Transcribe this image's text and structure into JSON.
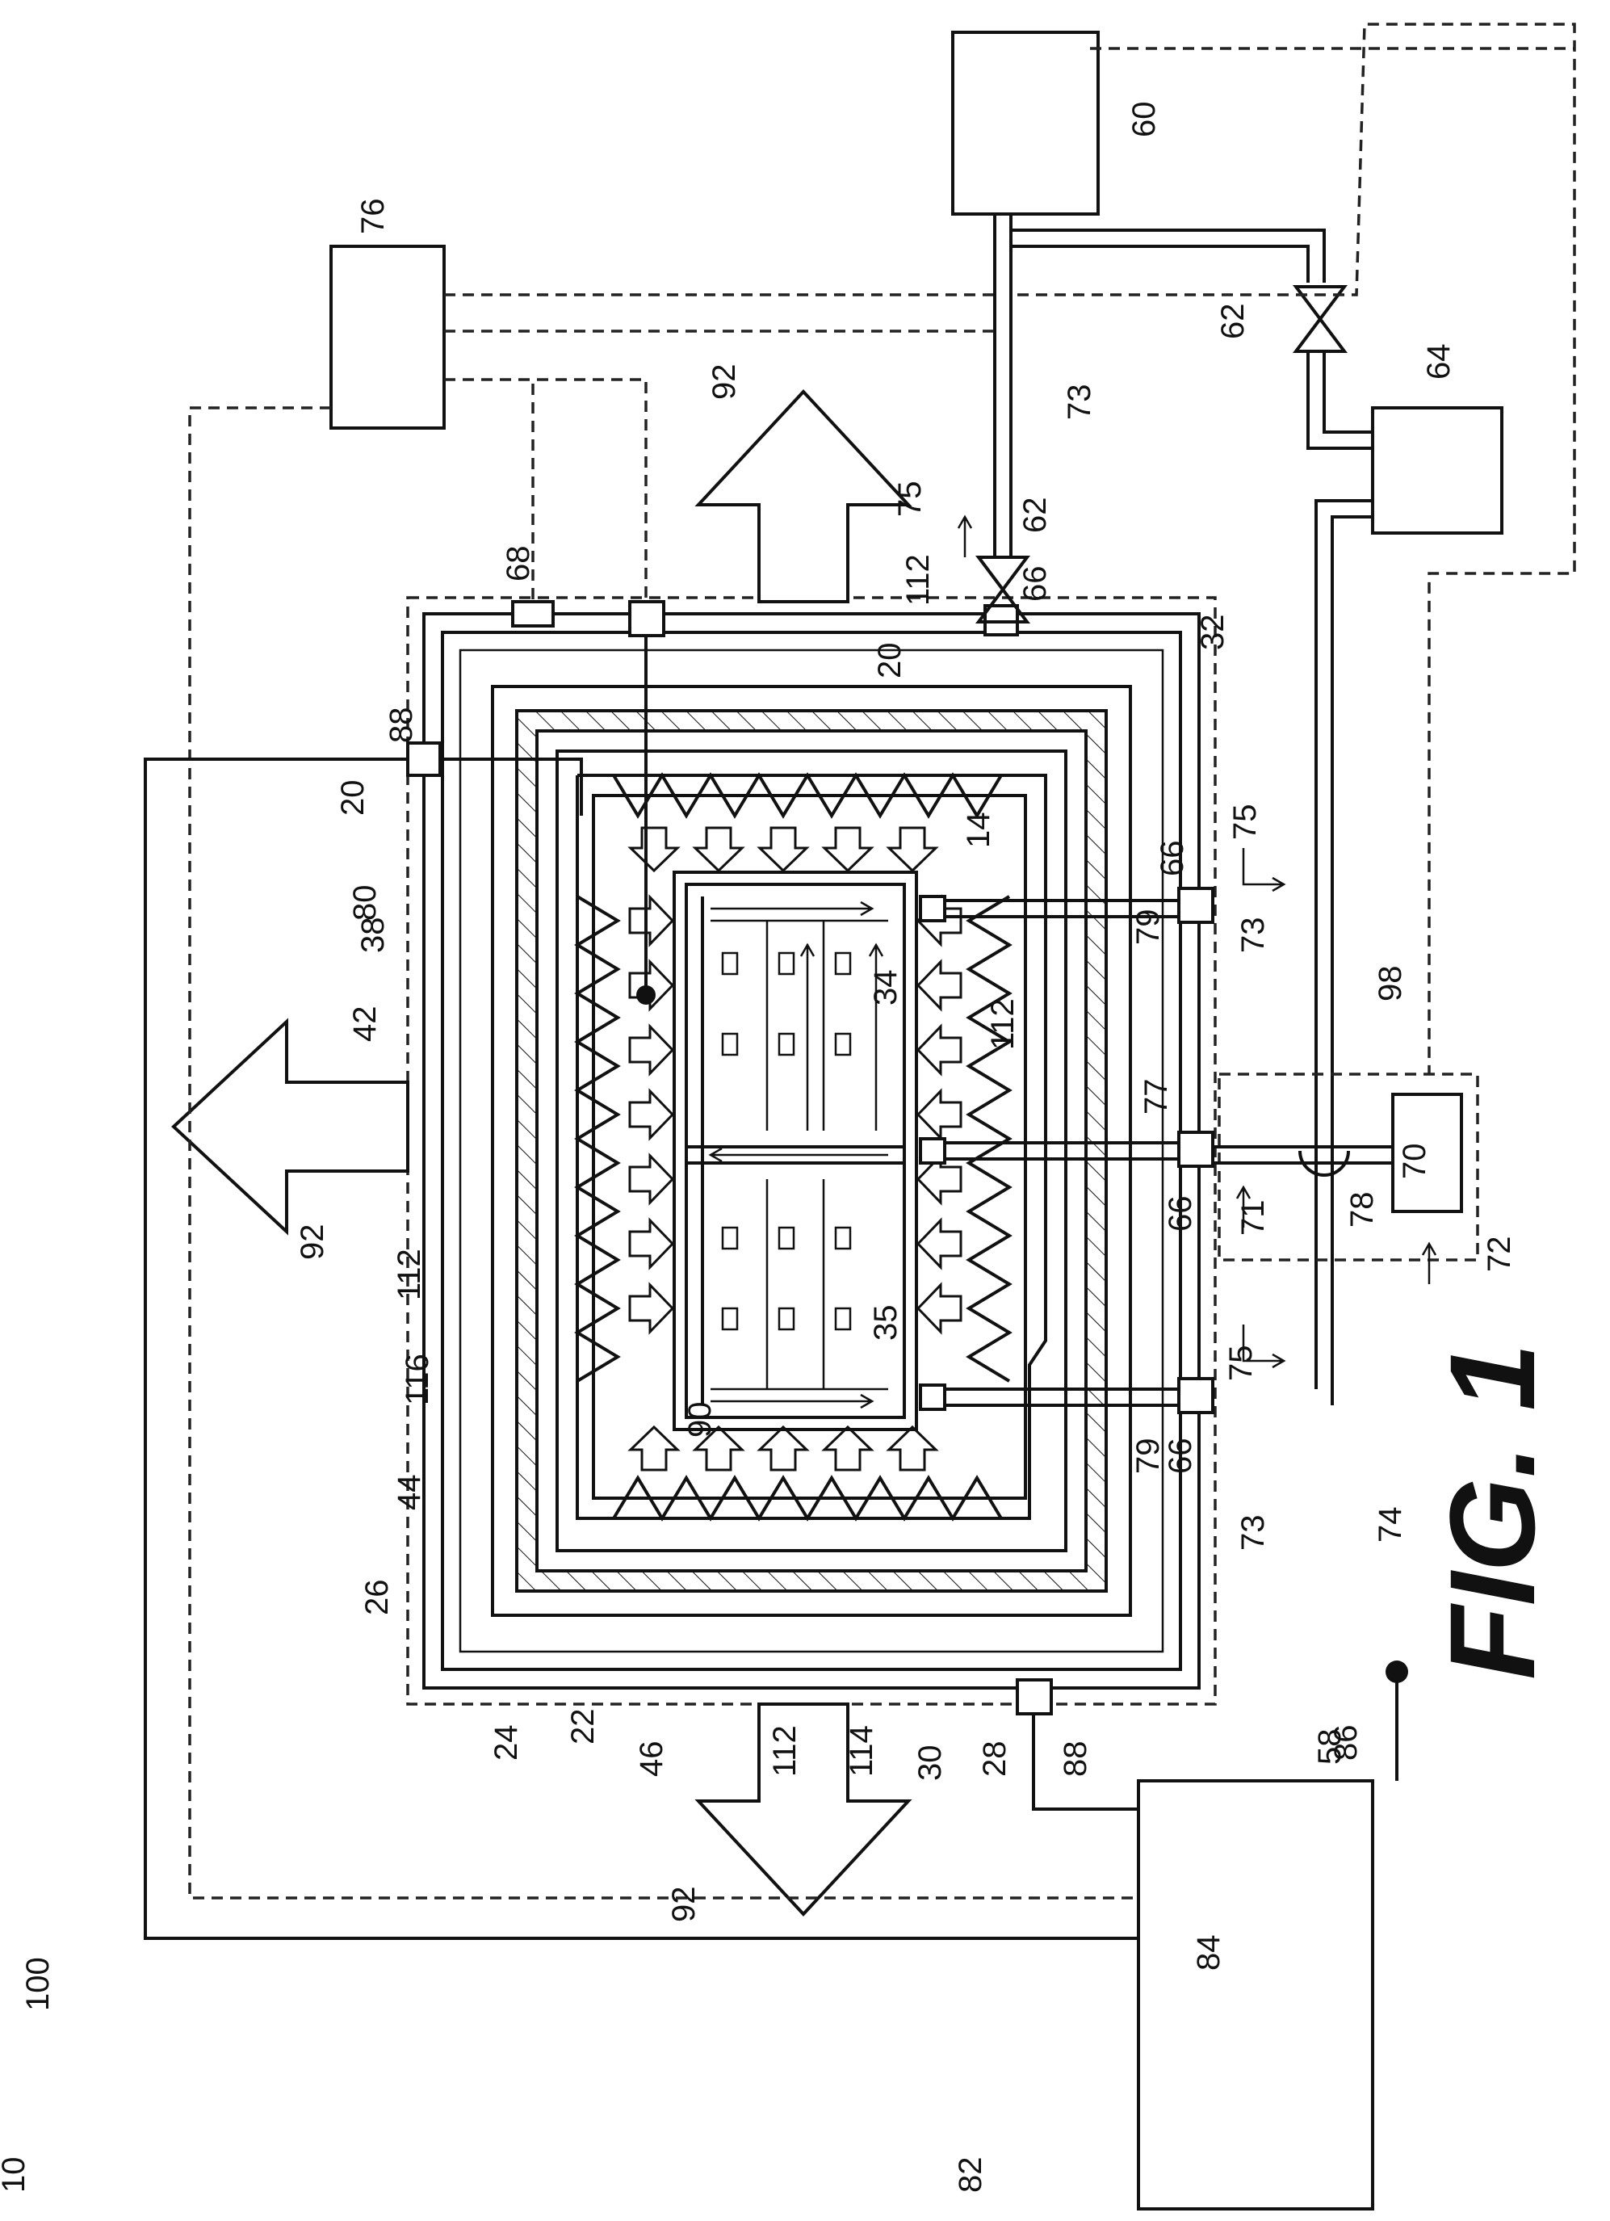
{
  "figure_label": "FIG. 1",
  "reference_numerals": {
    "system": "10",
    "assembly": "100",
    "control_system": "82",
    "heating_zone": "14",
    "casing": "20",
    "enclosure": "22",
    "inner_wall": "24",
    "intermediate_wall": "26",
    "outlet_chamber": "28",
    "gap_30": "30",
    "outer_wall": "32",
    "component_34": "34",
    "component_35": "35",
    "insulation_38": "38",
    "channel_42": "42",
    "wall_44": "44",
    "wall_46": "46",
    "gas_supply_subsystem": "58",
    "gas_source": "60",
    "valve": "62",
    "gas_source_64": "64",
    "port": "66",
    "port_68": "68",
    "pump": "70",
    "flow_71": "71",
    "flow_72": "72",
    "line": "73",
    "gas_subsystem": "74",
    "flow_75": "75",
    "controller_76": "76",
    "line_77": "77",
    "line_78": "78",
    "line_79": "79",
    "sensor": "80",
    "controller_84": "84",
    "antenna": "86",
    "port_88": "88",
    "region_90": "90",
    "heat_flow": "92",
    "module_98": "98",
    "heater": "112",
    "housing_114": "114",
    "item_116": "116"
  }
}
